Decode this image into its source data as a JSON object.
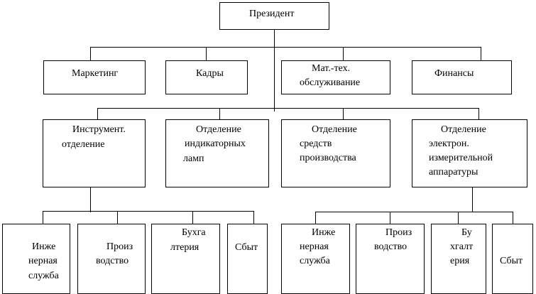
{
  "president": "Президент",
  "staff": [
    {
      "label": "Маркетинг"
    },
    {
      "label": "Кадры"
    },
    {
      "lines": [
        "Мат.-тех.",
        "обслуживание"
      ]
    },
    {
      "label": "Финансы"
    }
  ],
  "divisions": [
    {
      "lines": [
        "Инструмент.",
        "отделение"
      ]
    },
    {
      "lines": [
        "Отделение",
        "индикаторных",
        "ламп"
      ]
    },
    {
      "lines": [
        "Отделение",
        "средств",
        "производства"
      ]
    },
    {
      "lines": [
        "Отделение",
        "электрон.",
        "измерительной",
        "аппаратуры"
      ]
    }
  ],
  "units_left": [
    {
      "lines": [
        "Инже",
        "нерная",
        "служба"
      ]
    },
    {
      "lines": [
        "Произ",
        "водство"
      ]
    },
    {
      "lines": [
        "Бухга",
        "лтерия"
      ]
    },
    {
      "lines": [
        "Сбыт"
      ]
    }
  ],
  "units_right": [
    {
      "lines": [
        "Инже",
        "нерная",
        "служба"
      ]
    },
    {
      "lines": [
        "Произ",
        "водство"
      ]
    },
    {
      "lines": [
        "Бу",
        "хгалт",
        "ерия"
      ]
    },
    {
      "lines": [
        "Сбыт"
      ]
    }
  ]
}
